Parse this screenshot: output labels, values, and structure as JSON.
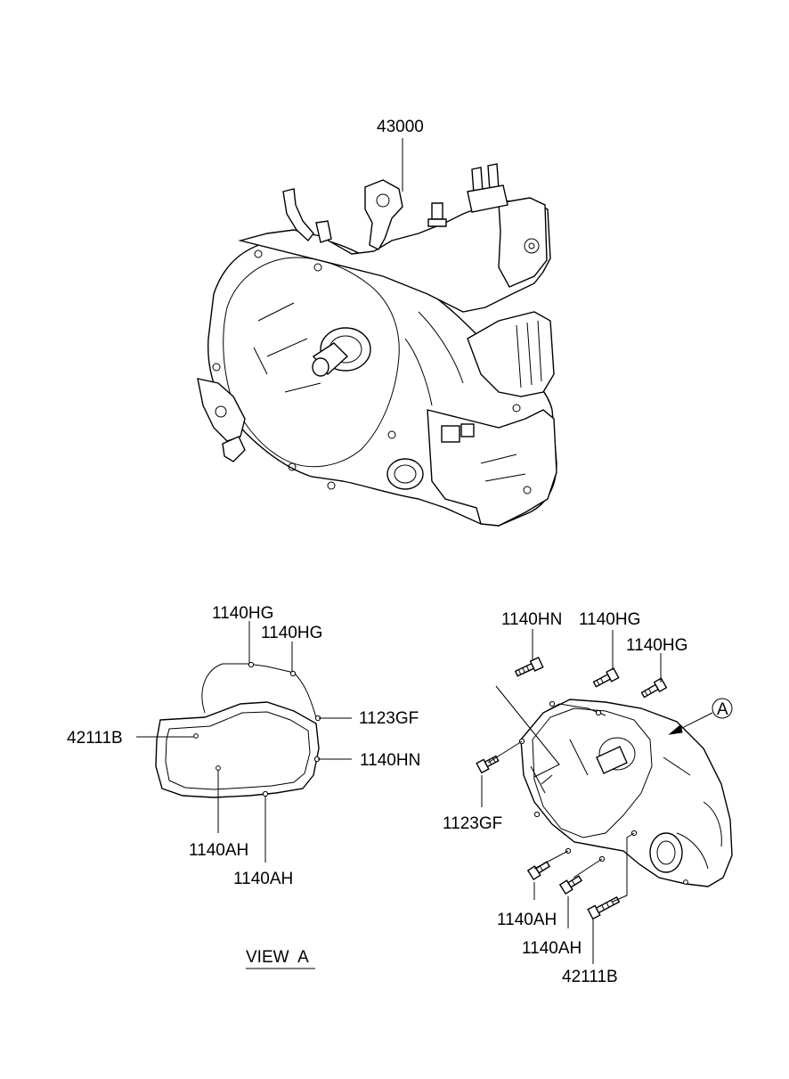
{
  "labels": {
    "assembly": "43000",
    "view_left": {
      "hg_top": "1140HG",
      "hg_second": "1140HG",
      "gf": "1123GF",
      "hn": "1140HN",
      "b": "42111B",
      "ah_first": "1140AH",
      "ah_second": "1140AH"
    },
    "view_right": {
      "hn": "1140HN",
      "hg_first": "1140HG",
      "hg_second": "1140HG",
      "view_marker": "A",
      "gf": "1123GF",
      "ah_first": "1140AH",
      "ah_second": "1140AH",
      "b": "42111B"
    },
    "view_caption": "VIEW  A"
  }
}
